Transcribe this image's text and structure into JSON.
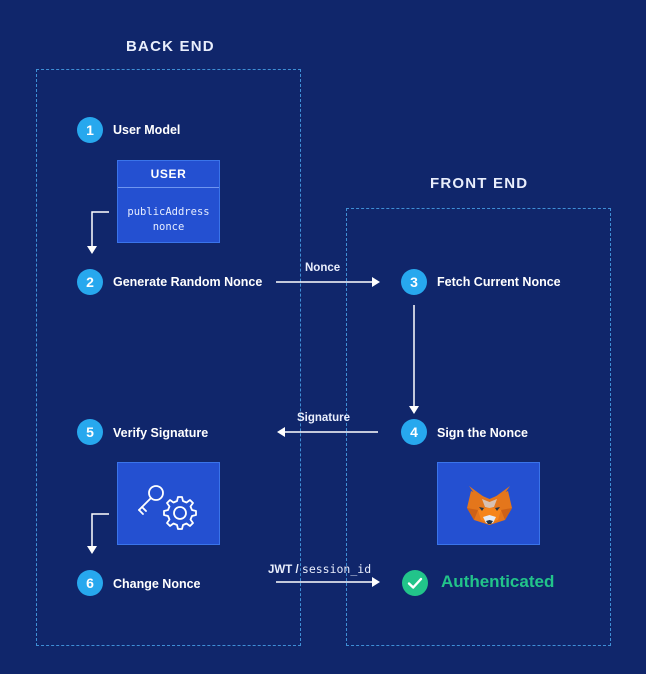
{
  "sections": {
    "back_end_title": "BACK END",
    "front_end_title": "FRONT END"
  },
  "steps": [
    {
      "number": "1",
      "label": "User Model"
    },
    {
      "number": "2",
      "label": "Generate Random Nonce"
    },
    {
      "number": "3",
      "label": "Fetch Current Nonce"
    },
    {
      "number": "4",
      "label": "Sign the Nonce"
    },
    {
      "number": "5",
      "label": "Verify Signature"
    },
    {
      "number": "6",
      "label": "Change Nonce"
    }
  ],
  "user_model": {
    "header": "USER",
    "field_1": "publicAddress",
    "field_2": "nonce"
  },
  "arrows": {
    "nonce_label": "Nonce",
    "signature_label": "Signature",
    "jwt_label": "JWT",
    "jwt_separator": "/",
    "session_label": "session_id"
  },
  "result": {
    "authenticated_label": "Authenticated"
  },
  "icons": {
    "verify": "key-gear-icon",
    "wallet": "metamask-fox-icon",
    "authenticated": "checkmark-circle-icon"
  },
  "colors": {
    "background": "#10266b",
    "step_badge": "#27a8ee",
    "card": "#2450d1",
    "panel_border": "#3f8fd6",
    "success": "#22c48a"
  }
}
